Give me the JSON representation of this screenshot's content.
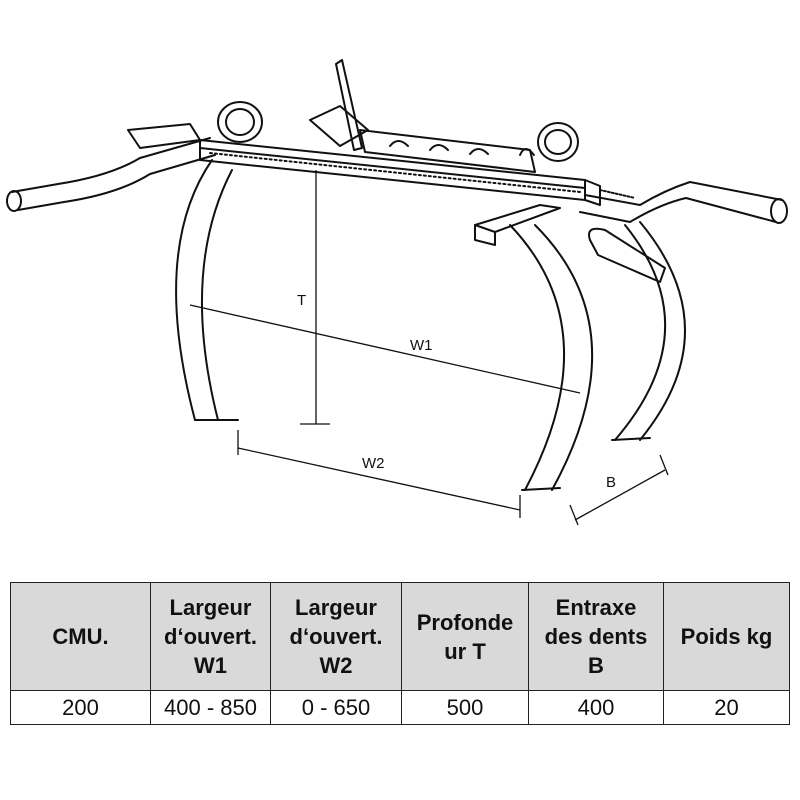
{
  "drawing": {
    "labels": {
      "T": "T",
      "W1": "W1",
      "W2": "W2",
      "B": "B"
    }
  },
  "table": {
    "headers": [
      {
        "lines": [
          "CMU."
        ]
      },
      {
        "lines": [
          "Largeur",
          "d‘ouvert.",
          "W1"
        ]
      },
      {
        "lines": [
          "Largeur",
          "d‘ouvert.",
          "W2"
        ]
      },
      {
        "lines": [
          "Profonde",
          "ur T"
        ]
      },
      {
        "lines": [
          "Entraxe",
          "des dents",
          "B"
        ]
      },
      {
        "lines": [
          "Poids kg"
        ]
      }
    ],
    "values": [
      "200",
      "400 - 850",
      "0 - 650",
      "500",
      "400",
      "20"
    ]
  }
}
